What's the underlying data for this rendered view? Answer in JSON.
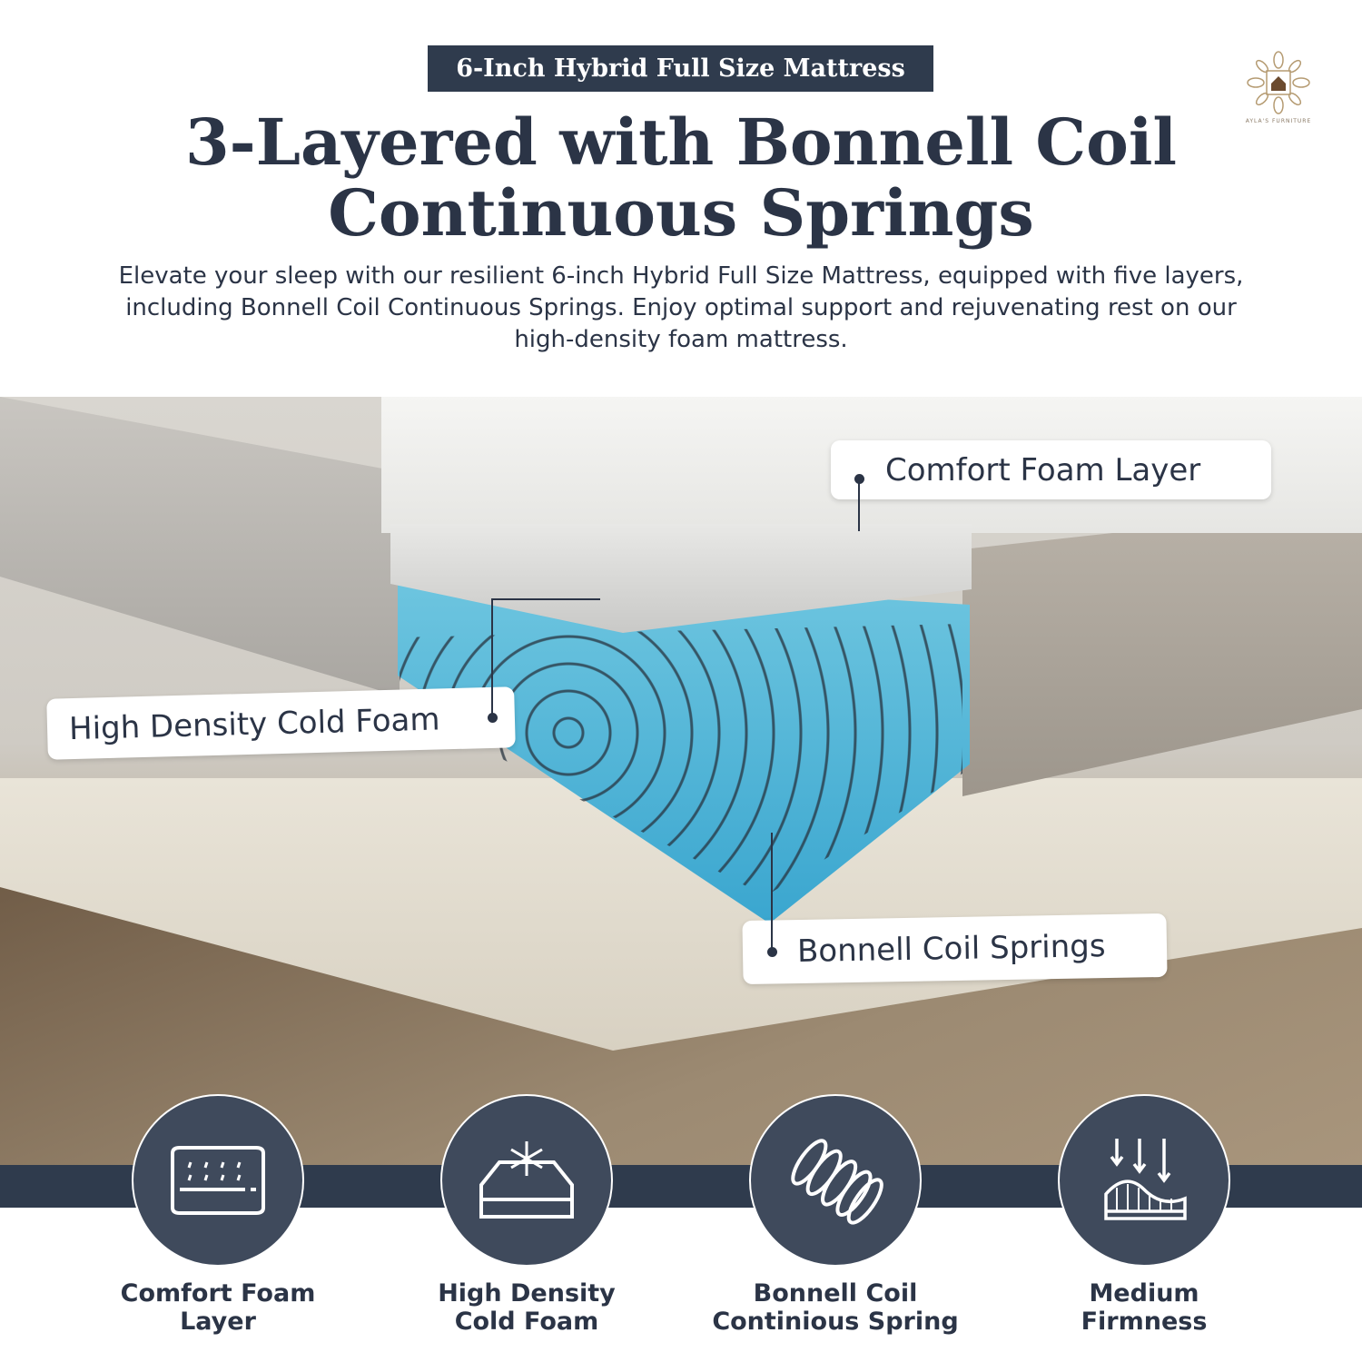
{
  "header": {
    "badge": "6-Inch Hybrid Full Size Mattress",
    "title_line1": "3-Layered with Bonnell Coil",
    "title_line2": "Continuous Springs",
    "description": "Elevate your sleep with our resilient 6-inch Hybrid Full Size Mattress, equipped with five layers, including Bonnell Coil Continuous Springs. Enjoy optimal support and rejuvenating rest on our high-density foam mattress."
  },
  "logo": {
    "text": "AYLA'S FURNITURE"
  },
  "callouts": [
    "Comfort Foam Layer",
    "High Density Cold Foam",
    "Bonnell Coil Springs"
  ],
  "features": [
    {
      "icon": "mattress-icon",
      "line1": "Comfort Foam",
      "line2": "Layer"
    },
    {
      "icon": "snowflake-mattress-icon",
      "line1": "High Density",
      "line2": "Cold Foam"
    },
    {
      "icon": "coil-spring-icon",
      "line1": "Bonnell Coil",
      "line2": "Continious Spring"
    },
    {
      "icon": "firmness-icon",
      "line1": "Medium",
      "line2": "Firmness"
    }
  ],
  "colors": {
    "navy": "#2f3b4d",
    "circle": "#3f4a5c",
    "foam_blue": "#4db3d8"
  }
}
